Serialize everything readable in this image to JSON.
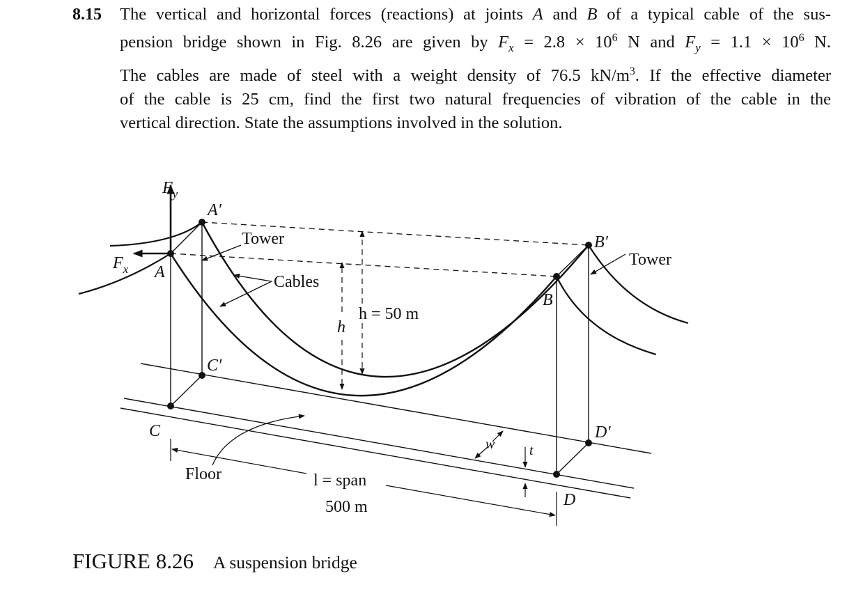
{
  "problem": {
    "number": "8.15",
    "lines": [
      "The vertical and horizontal forces (reactions) at joints A and B of a typical cable of the sus-",
      "pension bridge shown in Fig. 8.26 are given by Fx = 2.8 × 10^6 N and Fy = 1.1 × 10^6 N.",
      "The cables are made of steel with a weight density of 76.5 kN/m^3. If the effective diameter",
      "of the cable is 25 cm, find the first two natural frequencies of vibration of the cable in the",
      "vertical direction. State the assumptions involved in the solution."
    ],
    "fragments": {
      "l1a": "The vertical and horizontal forces (reactions) at joints ",
      "A": "A",
      "and": " and ",
      "B": "B",
      "l1b": " of a typical cable of the sus-",
      "l2a": "pension bridge shown in Fig. 8.26 are given by ",
      "F": "F",
      "sub_x": "x",
      "sub_y": "y",
      "l2b": " = 2.8 × 10",
      "exp6": "6",
      "l2c": " N and ",
      "l2d": " = 1.1 × 10",
      "l2e": " N.",
      "l3a": "The cables are made of steel with a weight density of 76.5 kN/m",
      "exp3": "3",
      "l3b": ". If the effective diameter",
      "l4": "of the cable is 25 cm, find the first two natural frequencies of vibration of the cable in the",
      "l5": "vertical direction. State the assumptions involved in the solution."
    }
  },
  "figure": {
    "labels": {
      "F": "F",
      "x": "x",
      "y": "y",
      "A_prime": "A′",
      "A": "A",
      "B_prime": "B′",
      "B": "B",
      "C_prime": "C′",
      "C": "C",
      "D_prime": "D′",
      "D": "D",
      "tower_left": "Tower",
      "tower_right": "Tower",
      "cables": "Cables",
      "h": "h",
      "h_value": "h = 50 m",
      "w": "w",
      "t": "t",
      "floor": "Floor",
      "span": "l = span",
      "span_value": "500 m"
    },
    "caption_number": "FIGURE 8.26",
    "caption_text": "A suspension bridge"
  }
}
